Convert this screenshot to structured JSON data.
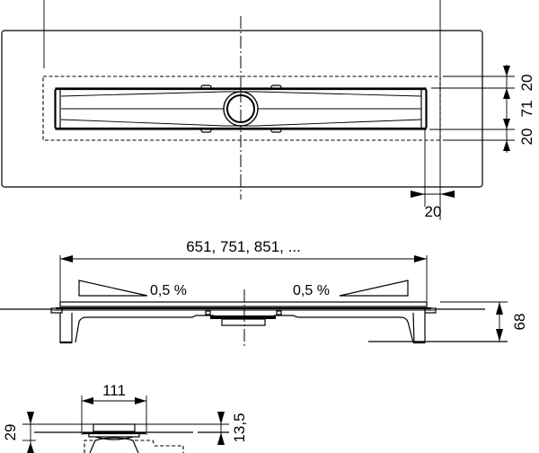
{
  "drawing": {
    "top_view": {
      "dimensions": {
        "right_top": "20",
        "right_middle": "71",
        "right_bottom": "20",
        "bottom_offset": "20"
      }
    },
    "side_view": {
      "length_label": "651, 751, 851, ...",
      "slope_left": "0,5 %",
      "slope_right": "0,5 %",
      "height": "68"
    },
    "section_view": {
      "width": "111",
      "left_height": "29",
      "right_height": "13,5"
    }
  }
}
